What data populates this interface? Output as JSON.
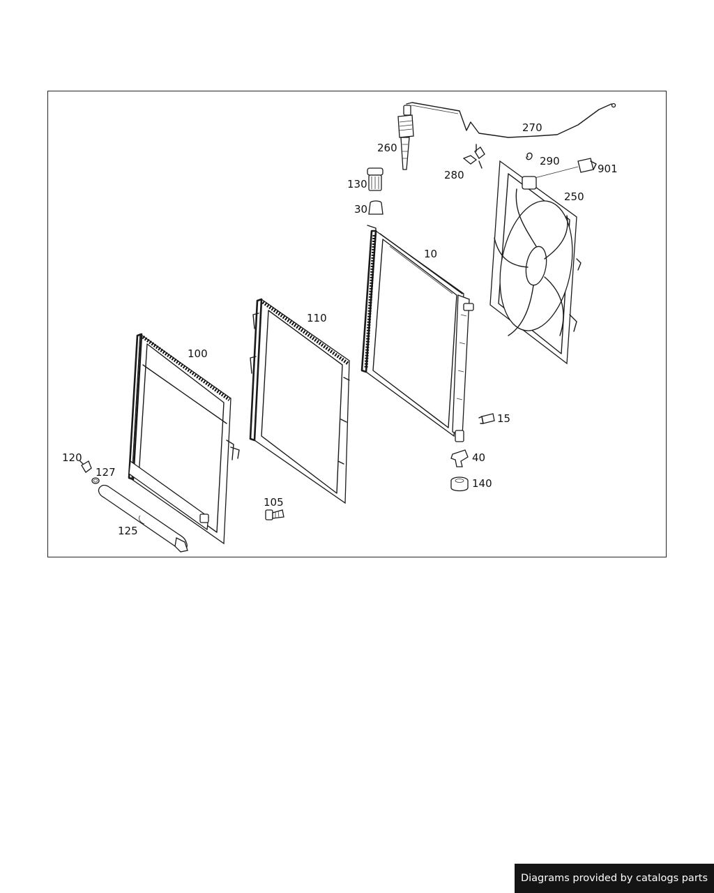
{
  "diagram": {
    "callouts": [
      {
        "id": "c270",
        "label": "270"
      },
      {
        "id": "c260",
        "label": "260"
      },
      {
        "id": "c290",
        "label": "290"
      },
      {
        "id": "c901",
        "label": "901"
      },
      {
        "id": "c280",
        "label": "280"
      },
      {
        "id": "c130",
        "label": "130"
      },
      {
        "id": "c250",
        "label": "250"
      },
      {
        "id": "c30",
        "label": "30"
      },
      {
        "id": "c10",
        "label": "10"
      },
      {
        "id": "c110",
        "label": "110"
      },
      {
        "id": "c100",
        "label": "100"
      },
      {
        "id": "c15",
        "label": "15"
      },
      {
        "id": "c120",
        "label": "120"
      },
      {
        "id": "c40",
        "label": "40"
      },
      {
        "id": "c127",
        "label": "127"
      },
      {
        "id": "c140",
        "label": "140"
      },
      {
        "id": "c105",
        "label": "105"
      },
      {
        "id": "c125",
        "label": "125"
      }
    ]
  },
  "footer": {
    "credit": "Diagrams provided by catalogs parts",
    "background": "#141414",
    "text_color": "#ffffff"
  }
}
